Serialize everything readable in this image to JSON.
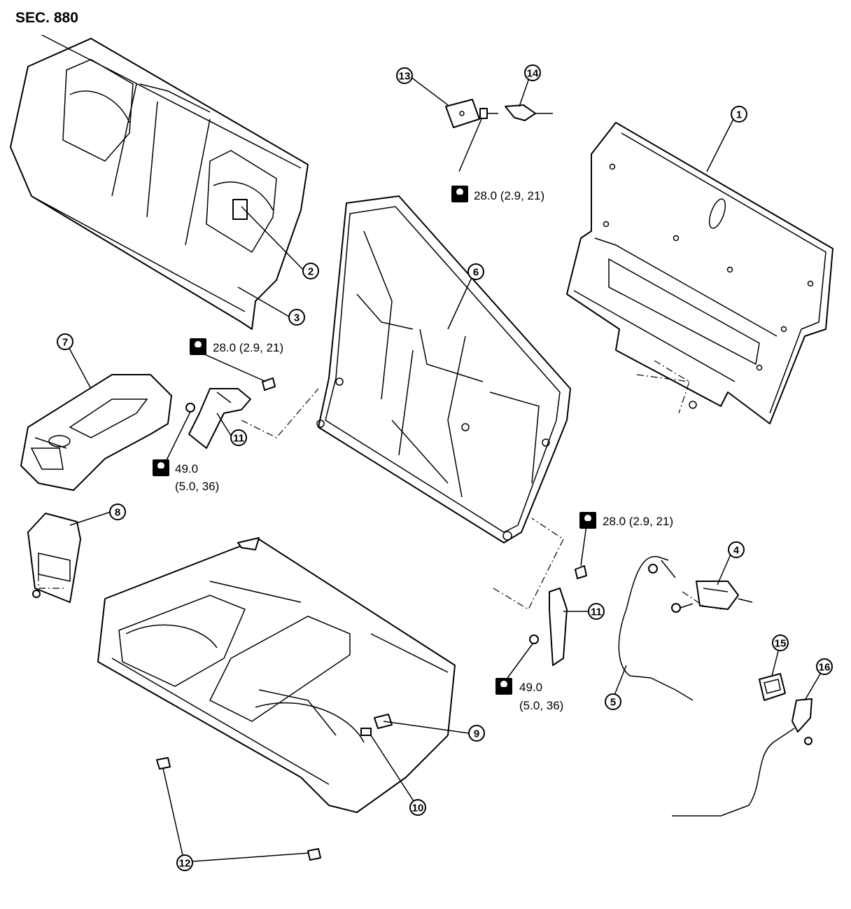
{
  "section": "SEC. 880",
  "callouts": {
    "c1": "1",
    "c2": "2",
    "c3": "3",
    "c4": "4",
    "c5": "5",
    "c6": "6",
    "c7": "7",
    "c8": "8",
    "c9": "9",
    "c10": "10",
    "c11a": "11",
    "c11b": "11",
    "c12": "12",
    "c13": "13",
    "c14": "14",
    "c15": "15",
    "c16": "16"
  },
  "torque": {
    "t1": "28.0 (2.9, 21)",
    "t2": "28.0 (2.9, 21)",
    "t3_line1": "49.0",
    "t3_line2": "(5.0, 36)",
    "t4": "28.0 (2.9, 21)",
    "t5_line1": "49.0",
    "t5_line2": "(5.0, 36)"
  },
  "icons": [
    "torque-wrench-icon"
  ]
}
